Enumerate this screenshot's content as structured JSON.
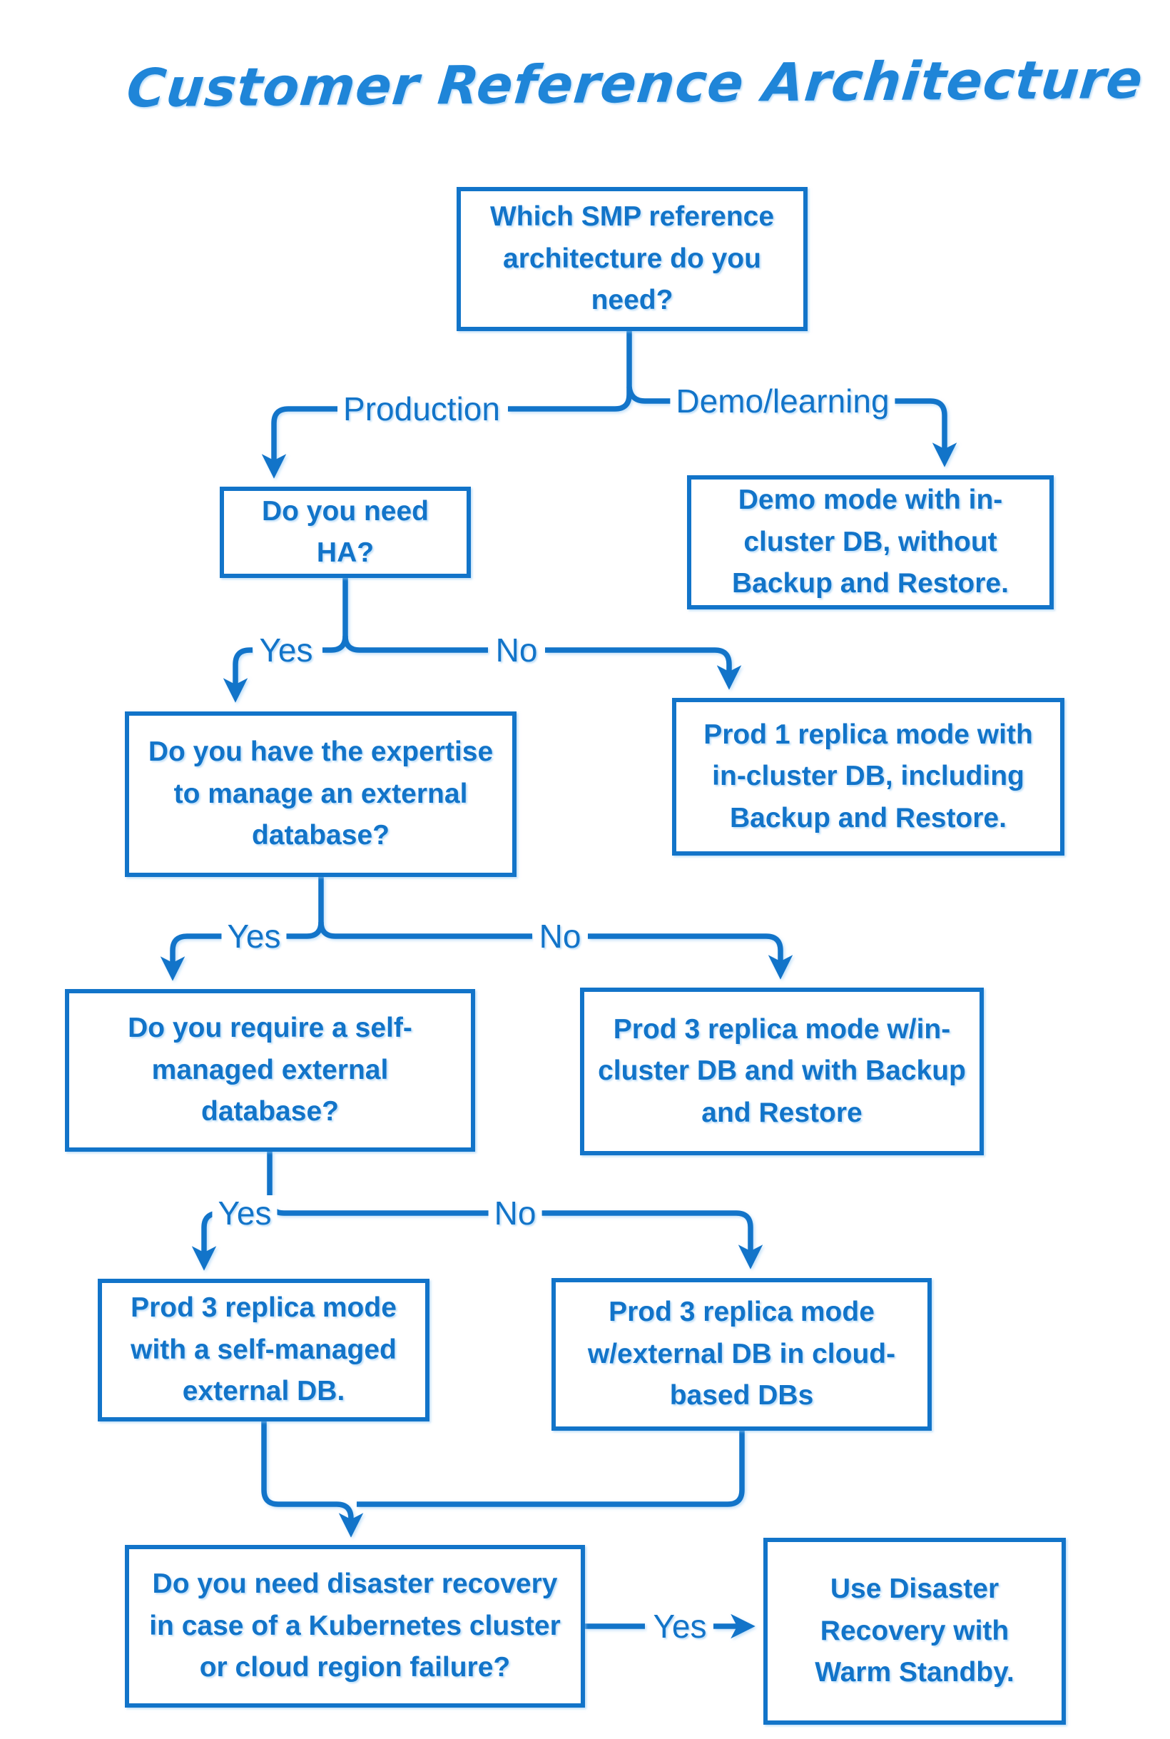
{
  "title": "Customer Reference Architecture",
  "colors": {
    "primary_blue": "#1274C9",
    "title_blue": "#1F85D8",
    "background": "#FFFFFF"
  },
  "nodes": {
    "top_question": "Which SMP reference architecture do you need?",
    "ha_question": "Do you need HA?",
    "demo_result": "Demo mode with in-cluster DB, without Backup and Restore.",
    "prod1_result": "Prod 1 replica mode with in-cluster DB, including Backup and Restore.",
    "expertise_question": "Do you have the expertise to manage an external database?",
    "prod3_incluster_result": "Prod 3 replica mode w/in-cluster DB and with Backup and Restore",
    "self_managed_question": "Do you require a self-managed external database?",
    "prod3_self_managed_result": "Prod 3 replica mode with a self-managed external DB.",
    "prod3_cloud_result": "Prod 3 replica mode w/external DB in cloud-based DBs",
    "dr_question": "Do you need disaster recovery in case of a Kubernetes cluster or cloud region failure?",
    "dr_result": "Use Disaster Recovery with Warm Standby."
  },
  "edge_labels": {
    "production": "Production",
    "demo_learning": "Demo/learning",
    "ha_yes": "Yes",
    "ha_no": "No",
    "expertise_yes": "Yes",
    "expertise_no": "No",
    "self_managed_yes": "Yes",
    "self_managed_no": "No",
    "dr_yes": "Yes"
  }
}
